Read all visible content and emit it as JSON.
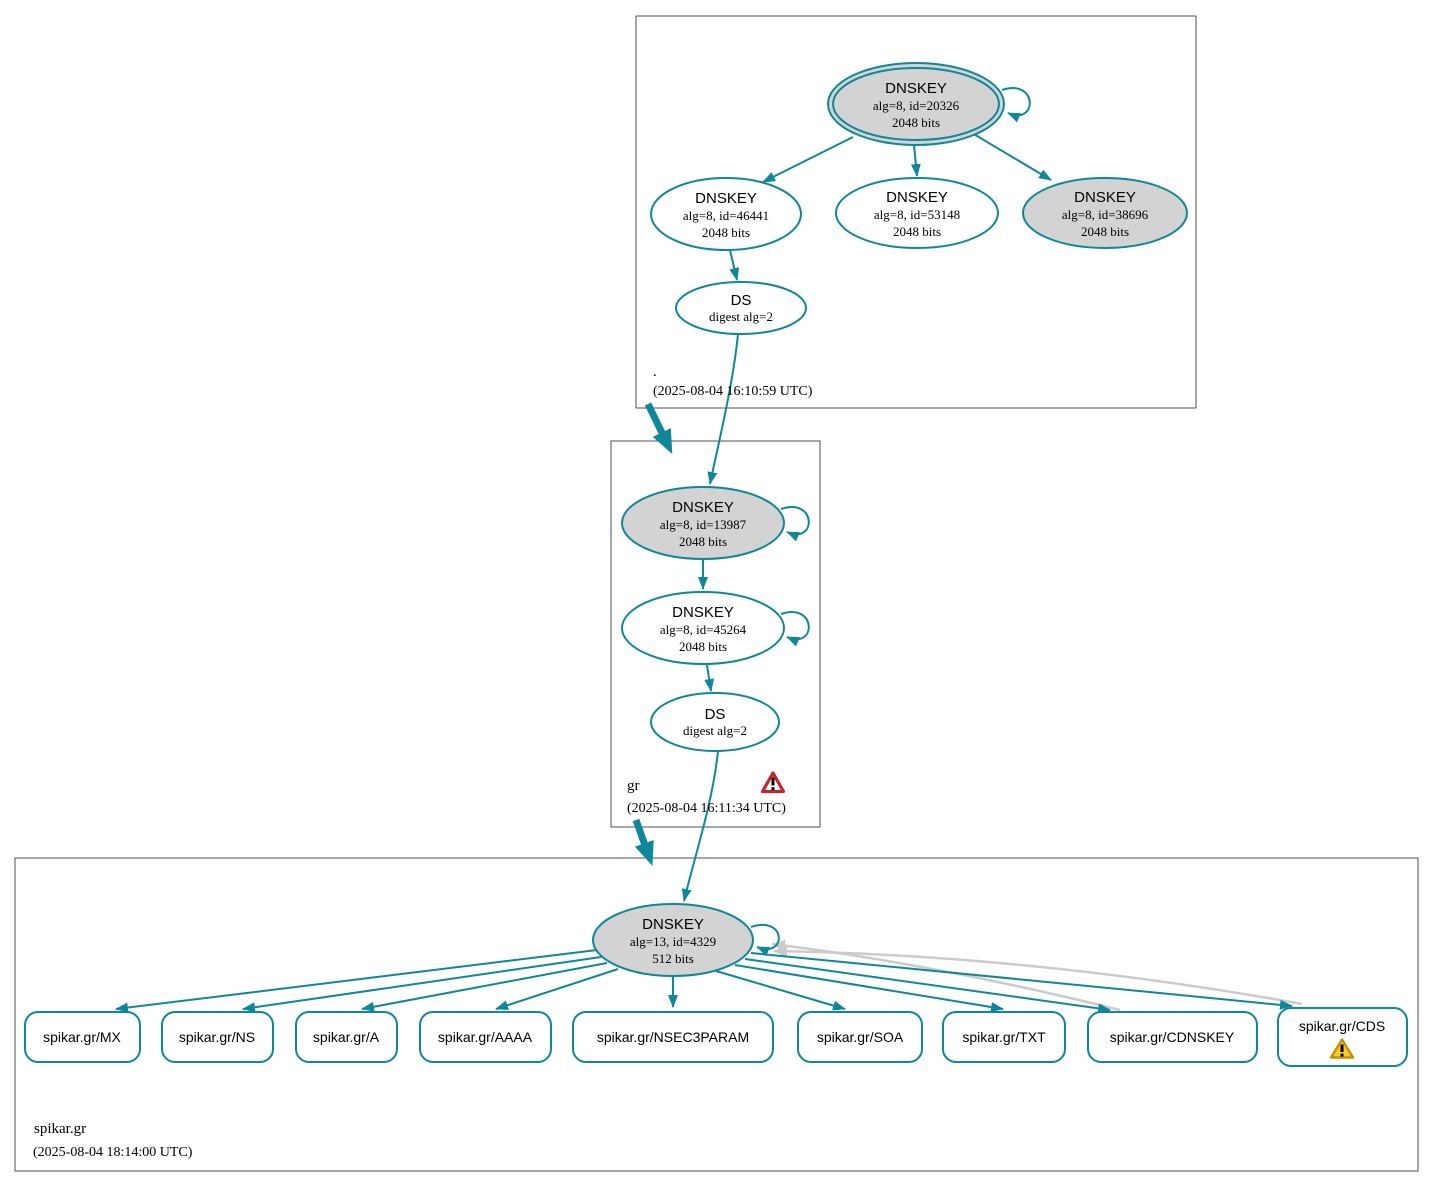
{
  "diagram_type": "dnssec-authentication-chain-graph",
  "zones": {
    "root": {
      "label": ".",
      "timestamp": "(2025-08-04 16:10:59 UTC)",
      "nodes": {
        "ksk": {
          "title": "DNSKEY",
          "detail1": "alg=8, id=20326",
          "detail2": "2048 bits"
        },
        "zsk1": {
          "title": "DNSKEY",
          "detail1": "alg=8, id=46441",
          "detail2": "2048 bits"
        },
        "zsk2": {
          "title": "DNSKEY",
          "detail1": "alg=8, id=53148",
          "detail2": "2048 bits"
        },
        "ksk2": {
          "title": "DNSKEY",
          "detail1": "alg=8, id=38696",
          "detail2": "2048 bits"
        },
        "ds": {
          "title": "DS",
          "detail1": "digest alg=2"
        }
      }
    },
    "gr": {
      "label": "gr",
      "timestamp": "(2025-08-04 16:11:34 UTC)",
      "status_icon": "error-icon",
      "nodes": {
        "ksk": {
          "title": "DNSKEY",
          "detail1": "alg=8, id=13987",
          "detail2": "2048 bits"
        },
        "zsk": {
          "title": "DNSKEY",
          "detail1": "alg=8, id=45264",
          "detail2": "2048 bits"
        },
        "ds": {
          "title": "DS",
          "detail1": "digest alg=2"
        }
      }
    },
    "spikar": {
      "label": "spikar.gr",
      "timestamp": "(2025-08-04 18:14:00 UTC)",
      "nodes": {
        "dnskey": {
          "title": "DNSKEY",
          "detail1": "alg=13, id=4329",
          "detail2": "512 bits"
        }
      },
      "rrsets": [
        {
          "label": "spikar.gr/MX"
        },
        {
          "label": "spikar.gr/NS"
        },
        {
          "label": "spikar.gr/A"
        },
        {
          "label": "spikar.gr/AAAA"
        },
        {
          "label": "spikar.gr/NSEC3PARAM"
        },
        {
          "label": "spikar.gr/SOA"
        },
        {
          "label": "spikar.gr/TXT"
        },
        {
          "label": "spikar.gr/CDNSKEY"
        },
        {
          "label": "spikar.gr/CDS",
          "status_icon": "warning-icon"
        }
      ]
    }
  },
  "colors": {
    "secure_teal": "#0e879a",
    "ksk_fill_gray": "#d3d3d3",
    "insecure_edge_gray": "#cbcbcb",
    "warning_yellow": "#fbca2d",
    "error_red": "#c1272d",
    "zone_border": "#4f4f4f"
  }
}
